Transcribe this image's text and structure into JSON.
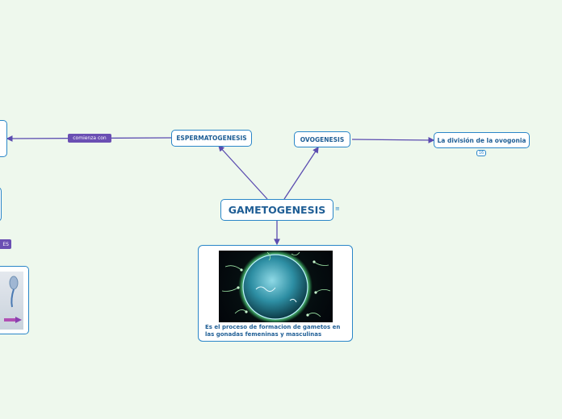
{
  "main": {
    "title": "GAMETOGENESIS",
    "notes_icon": "notes-icon"
  },
  "nodes": {
    "espermatogenesis": "ESPERMATOGENESIS",
    "ovogenesis": "OVOGENESIS",
    "division": "La división de la ovogonia",
    "division_badge": "16",
    "image_caption": "Es el proceso de formacion de gametos en las gonadas femeninas y masculinas"
  },
  "links": {
    "comienza_con": "comienza con"
  },
  "partial": {
    "tag": "ES"
  },
  "colors": {
    "background": "#eef8ed",
    "node_border": "#2a86c8",
    "node_text": "#1f5e95",
    "connector": "#5b4cb0",
    "label_bg": "#6a4fb3"
  }
}
